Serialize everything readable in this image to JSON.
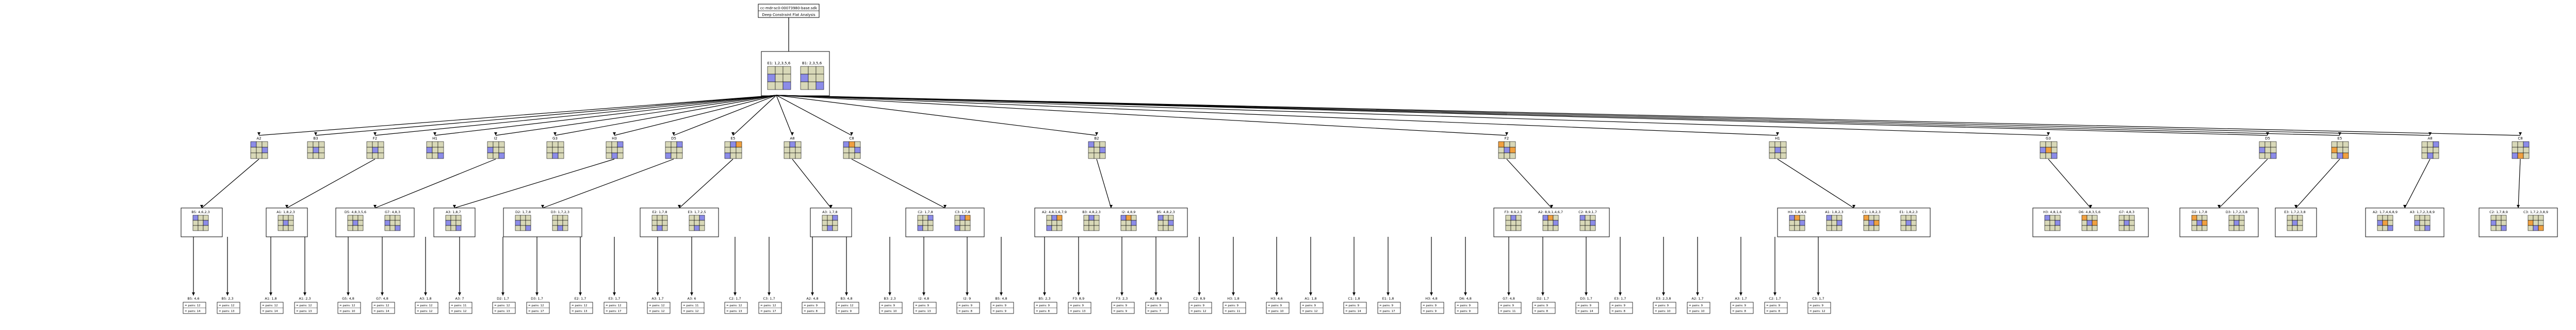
{
  "header": {
    "model_name": "cc-mdr-sc0-00073980-base.sdk",
    "analysis_title": "Deep Constraint Flat Analysis"
  },
  "colors": {
    "cell_default": "#d8d8b8",
    "cell_orange": "#f0a040",
    "cell_blue": "#8c8ce8",
    "cell_gray": "#bfbfbf",
    "border": "#000000",
    "edge": "#000000",
    "background": "#ffffff"
  },
  "root_nodes": [
    {
      "id": "E1",
      "label": "E1: 1,2,3,5,6"
    },
    {
      "id": "B1",
      "label": "B1: 2,3,5,6"
    }
  ],
  "level1_nodes": [
    {
      "id": "A2",
      "label": "A2"
    },
    {
      "id": "B3",
      "label": "B3"
    },
    {
      "id": "F2",
      "label": "F2"
    },
    {
      "id": "H1",
      "label": "H1"
    },
    {
      "id": "I2",
      "label": "I2"
    },
    {
      "id": "G3",
      "label": "G3"
    },
    {
      "id": "H3",
      "label": "H3"
    },
    {
      "id": "D5",
      "label": "D5"
    },
    {
      "id": "E5",
      "label": "E5"
    },
    {
      "id": "A8",
      "label": "A8"
    },
    {
      "id": "C8",
      "label": "C8"
    },
    {
      "id": "B2",
      "label": "B2"
    },
    {
      "id": "F2b",
      "label": "F2"
    },
    {
      "id": "H1b",
      "label": "H1"
    },
    {
      "id": "G3b",
      "label": "G3"
    },
    {
      "id": "D5b",
      "label": "D5"
    },
    {
      "id": "E5b",
      "label": "E5"
    },
    {
      "id": "A8b",
      "label": "A8"
    },
    {
      "id": "C8b",
      "label": "C8"
    }
  ],
  "level2_groups": [
    {
      "parent": "A2",
      "nodes": [
        "B5: 4,6,2,3"
      ]
    },
    {
      "parent": "F2",
      "nodes": [
        "A1: 1,8,2,3"
      ]
    },
    {
      "parent": "I2",
      "nodes": [
        "D5: 4,8,3,5,6",
        "G7: 4,8,3"
      ]
    },
    {
      "parent": "H3",
      "nodes": [
        "A3: 1,8,7"
      ]
    },
    {
      "parent": "D5",
      "nodes": [
        "D2: 1,7,8",
        "D3: 1,7,2,3"
      ]
    },
    {
      "parent": "E5",
      "nodes": [
        "E2: 1,7,8",
        "E3: 1,7,2,5"
      ]
    },
    {
      "parent": "A8",
      "nodes": [
        "A3: 1,7,8"
      ]
    },
    {
      "parent": "C8",
      "nodes": [
        "C2: 1,7,8",
        "C3: 1,7,8"
      ]
    },
    {
      "parent": "B2",
      "nodes": [
        "A2: 4,8,1,6,7,9",
        "B3: 4,8,2,3",
        "I2: 4,8,9",
        "B5: 4,8,2,3"
      ]
    },
    {
      "parent": "F2b",
      "nodes": [
        "F3: 8,9,2,3",
        "A2: 8,9,1,4,6,7",
        "C2: 8,9,1,7"
      ]
    },
    {
      "parent": "H1b",
      "nodes": [
        "H3: 1,8,4,6",
        "A1: 1,8,2,3",
        "C1: 1,8,2,3",
        "E1: 1,8,2,3"
      ]
    },
    {
      "parent": "G3b",
      "nodes": [
        "H3: 4,8,1,6",
        "D6: 4,8,3,5,6",
        "G7: 4,8,3"
      ]
    },
    {
      "parent": "D5b",
      "nodes": [
        "D2: 1,7,8",
        "D3: 1,7,2,3,8"
      ]
    },
    {
      "parent": "E5b",
      "nodes": [
        "E3: 1,7,2,3,8"
      ]
    },
    {
      "parent": "A8b",
      "nodes": [
        "A2: 1,7,4,6,8,9",
        "A3: 1,7,2,3,8,9"
      ]
    },
    {
      "parent": "C8b",
      "nodes": [
        "C2: 1,7,8,9",
        "C3: 1,7,2,3,8,9"
      ]
    }
  ],
  "leaves": [
    {
      "label": "B5: 4,6",
      "pairs": "= pairs: 12",
      "pairs2": "= pairs: 14"
    },
    {
      "label": "B5: 2,3",
      "pairs": "= pairs: 12",
      "pairs2": "= pairs: 13"
    },
    {
      "label": "A1: 1,8",
      "pairs": "= pairs: 12",
      "pairs2": "= pairs: 14"
    },
    {
      "label": "A1: 2,3",
      "pairs": "= pairs: 12",
      "pairs2": "= pairs: 13"
    },
    {
      "label": "G5: 4,8",
      "pairs": "= pairs: 12",
      "pairs2": "= pairs: 10"
    },
    {
      "label": "G7: 4,8",
      "pairs": "= pairs: 12",
      "pairs2": "= pairs: 14"
    },
    {
      "label": "A3: 1,8",
      "pairs": "= pairs: 12",
      "pairs2": "= pairs: 12"
    },
    {
      "label": "A3: 7",
      "pairs": "= pairs: 11",
      "pairs2": "= pairs: 12"
    },
    {
      "label": "D2: 1,7",
      "pairs": "= pairs: 12",
      "pairs2": "= pairs: 13"
    },
    {
      "label": "D3: 1,7",
      "pairs": "= pairs: 12",
      "pairs2": "= pairs: 17"
    },
    {
      "label": "E2: 1,7",
      "pairs": "= pairs: 12",
      "pairs2": "= pairs: 13"
    },
    {
      "label": "E3: 1,7",
      "pairs": "= pairs: 12",
      "pairs2": "= pairs: 17"
    },
    {
      "label": "A3: 1,7",
      "pairs": "= pairs: 12",
      "pairs2": "= pairs: 12"
    },
    {
      "label": "A3: 6",
      "pairs": "= pairs: 11",
      "pairs2": "= pairs: 12"
    },
    {
      "label": "C2: 1,7",
      "pairs": "= pairs: 12",
      "pairs2": "= pairs: 13"
    },
    {
      "label": "C3: 1,7",
      "pairs": "= pairs: 12",
      "pairs2": "= pairs: 17"
    },
    {
      "label": "A2: 4,8",
      "pairs": "= pairs: 9",
      "pairs2": "= pairs: 8"
    },
    {
      "label": "B3: 4,8",
      "pairs": "= pairs: 12",
      "pairs2": "= pairs: 9"
    },
    {
      "label": "B3: 2,3",
      "pairs": "= pairs: 9",
      "pairs2": "= pairs: 10"
    },
    {
      "label": "I2: 4,8",
      "pairs": "= pairs: 9",
      "pairs2": "= pairs: 13"
    },
    {
      "label": "I2: 9",
      "pairs": "= pairs: 9",
      "pairs2": "= pairs: 8"
    },
    {
      "label": "B5: 4,8",
      "pairs": "= pairs: 9",
      "pairs2": "= pairs: 9"
    },
    {
      "label": "B5: 2,3",
      "pairs": "= pairs: 9",
      "pairs2": "= pairs: 8"
    },
    {
      "label": "F3: 8,9",
      "pairs": "= pairs: 9",
      "pairs2": "= pairs: 13"
    },
    {
      "label": "F3: 2,3",
      "pairs": "= pairs: 9",
      "pairs2": "= pairs: 9"
    },
    {
      "label": "A2: 8,9",
      "pairs": "= pairs: 9",
      "pairs2": "= pairs: 7"
    },
    {
      "label": "C2: 8,9",
      "pairs": "= pairs: 9",
      "pairs2": "= pairs: 12"
    },
    {
      "label": "H3: 1,8",
      "pairs": "= pairs: 9",
      "pairs2": "= pairs: 11"
    },
    {
      "label": "H3: 4,6",
      "pairs": "= pairs: 9",
      "pairs2": "= pairs: 10"
    },
    {
      "label": "A1: 1,8",
      "pairs": "= pairs: 9",
      "pairs2": "= pairs: 12"
    },
    {
      "label": "C1: 1,8",
      "pairs": "= pairs: 9",
      "pairs2": "= pairs: 14"
    },
    {
      "label": "E1: 1,8",
      "pairs": "= pairs: 9",
      "pairs2": "= pairs: 17"
    },
    {
      "label": "H3: 4,8",
      "pairs": "= pairs: 9",
      "pairs2": "= pairs: 9"
    },
    {
      "label": "D6: 4,8",
      "pairs": "= pairs: 9",
      "pairs2": "= pairs: 9"
    },
    {
      "label": "G7: 4,8",
      "pairs": "= pairs: 9",
      "pairs2": "= pairs: 11"
    },
    {
      "label": "D2: 1,7",
      "pairs": "= pairs: 9",
      "pairs2": "= pairs: 8"
    },
    {
      "label": "D3: 1,7",
      "pairs": "= pairs: 9",
      "pairs2": "= pairs: 14"
    },
    {
      "label": "E3: 1,7",
      "pairs": "= pairs: 9",
      "pairs2": "= pairs: 8"
    },
    {
      "label": "E3: 2,3,8",
      "pairs": "= pairs: 9",
      "pairs2": "= pairs: 10"
    },
    {
      "label": "A2: 1,7",
      "pairs": "= pairs: 9",
      "pairs2": "= pairs: 10"
    },
    {
      "label": "A3: 1,7",
      "pairs": "= pairs: 9",
      "pairs2": "= pairs: 8"
    },
    {
      "label": "C2: 1,7",
      "pairs": "= pairs: 9",
      "pairs2": "= pairs: 8"
    },
    {
      "label": "C3: 1,7",
      "pairs": "= pairs: 9",
      "pairs2": "= pairs: 12"
    }
  ]
}
